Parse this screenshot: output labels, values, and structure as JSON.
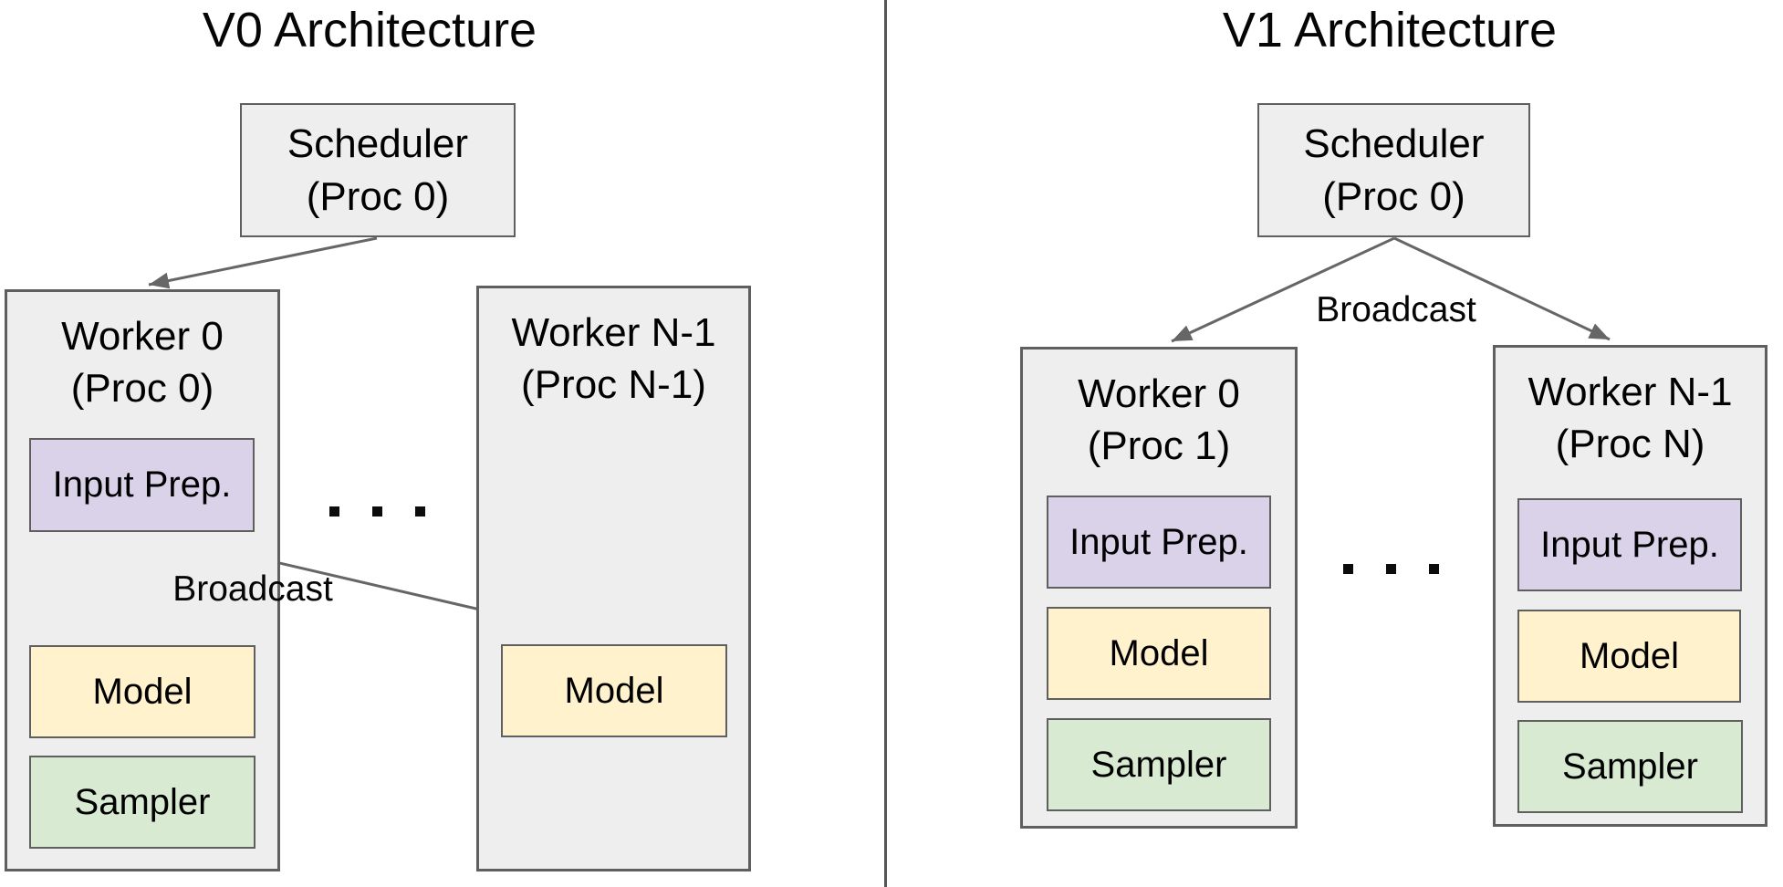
{
  "colors": {
    "worker_fill": "#eeeeee",
    "worker_border": "#5f5f5f",
    "input_prep_fill": "#d9d2e9",
    "model_fill": "#fff2cc",
    "sampler_fill": "#d9ead3",
    "arrow": "#666666",
    "divider": "#555555",
    "text": "#000000"
  },
  "left_panel": {
    "title": "V0 Architecture",
    "scheduler": {
      "name": "Scheduler",
      "proc": "(Proc 0)"
    },
    "broadcast_label": "Broadcast",
    "ellipsis": ". . .",
    "worker0": {
      "name": "Worker 0",
      "proc": "(Proc 0)",
      "input_prep": "Input Prep.",
      "model": "Model",
      "sampler": "Sampler"
    },
    "workerN": {
      "name": "Worker N-1",
      "proc": "(Proc N-1)",
      "model": "Model"
    }
  },
  "right_panel": {
    "title": "V1 Architecture",
    "scheduler": {
      "name": "Scheduler",
      "proc": "(Proc 0)"
    },
    "broadcast_label": "Broadcast",
    "ellipsis": ". . .",
    "worker0": {
      "name": "Worker 0",
      "proc": "(Proc 1)",
      "input_prep": "Input Prep.",
      "model": "Model",
      "sampler": "Sampler"
    },
    "workerN": {
      "name": "Worker N-1",
      "proc": "(Proc N)",
      "input_prep": "Input Prep.",
      "model": "Model",
      "sampler": "Sampler"
    }
  }
}
